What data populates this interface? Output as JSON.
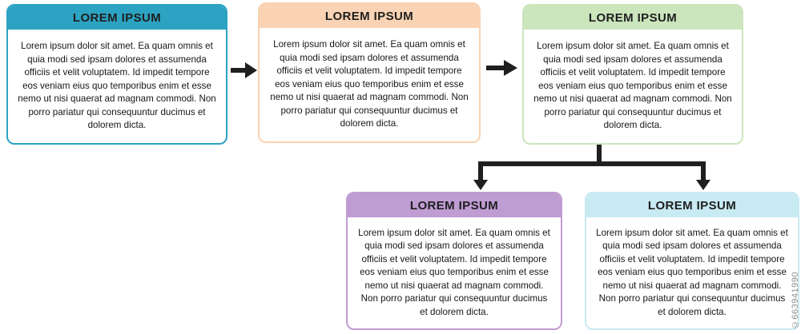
{
  "diagram": {
    "arrow_color": "#1f1f1f",
    "boxes": [
      {
        "id": "step-1",
        "title": "LOREM IPSUM",
        "body": "Lorem ipsum dolor sit amet. Ea quam omnis et quia modi sed ipsam dolores et assumenda officiis et velit voluptatem. Id impedit tempore eos veniam eius quo temporibus enim et esse nemo ut nisi quaerat ad magnam commodi. Non porro pariatur qui consequuntur ducimus et dolorem dicta.",
        "header_color": "#2ca3c2",
        "border_color": "#2ca3c2"
      },
      {
        "id": "step-2",
        "title": "LOREM IPSUM",
        "body": "Lorem ipsum dolor sit amet. Ea quam omnis et quia modi sed ipsam dolores et assumenda officiis et velit voluptatem. Id impedit tempore eos veniam eius quo temporibus enim et esse nemo ut nisi quaerat ad magnam commodi. Non porro pariatur qui consequuntur ducimus et dolorem dicta.",
        "header_color": "#f9d3b3",
        "border_color": "#f9d3b3"
      },
      {
        "id": "step-3",
        "title": "LOREM IPSUM",
        "body": "Lorem ipsum dolor sit amet. Ea quam omnis et quia modi sed ipsam dolores et assumenda officiis et velit voluptatem. Id impedit tempore eos veniam eius quo temporibus enim et esse nemo ut nisi quaerat ad magnam commodi. Non porro pariatur qui consequuntur ducimus et dolorem dicta.",
        "header_color": "#cbe5bc",
        "border_color": "#cbe5bc"
      },
      {
        "id": "step-4",
        "title": "LOREM IPSUM",
        "body": "Lorem ipsum dolor sit amet. Ea quam omnis et quia modi sed ipsam dolores et assumenda officiis et velit voluptatem. Id impedit tempore eos veniam eius quo temporibus enim et esse nemo ut nisi quaerat ad magnam commodi. Non porro pariatur qui consequuntur ducimus et dolorem dicta.",
        "header_color": "#bf9cd2",
        "border_color": "#bf9cd2"
      },
      {
        "id": "step-5",
        "title": "LOREM IPSUM",
        "body": "Lorem ipsum dolor sit amet. Ea quam omnis et quia modi sed ipsam dolores et assumenda officiis et velit voluptatem. Id impedit tempore eos veniam eius quo temporibus enim et esse nemo ut nisi quaerat ad magnam commodi. Non porro pariatur qui consequuntur ducimus et dolorem dicta.",
        "header_color": "#c8eaf3",
        "border_color": "#c8eaf3"
      }
    ]
  },
  "watermark": "©663941990"
}
